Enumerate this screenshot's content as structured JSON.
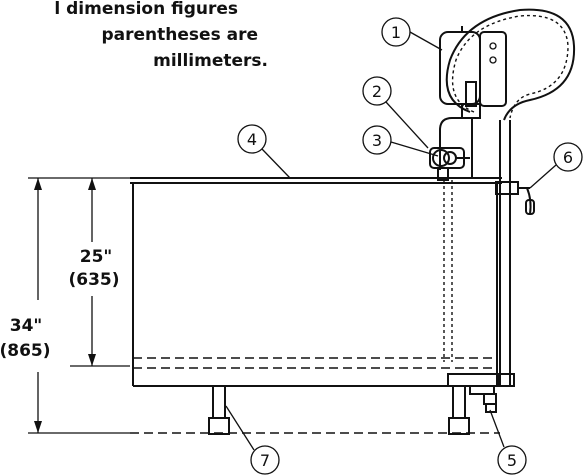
{
  "note": {
    "line1": "l dimension figures",
    "line2": "parentheses are",
    "line3": "millimeters."
  },
  "dimensions": {
    "inner": {
      "inches": "25\"",
      "mm": "(635)"
    },
    "outer": {
      "inches": "34\"",
      "mm": "(865)"
    }
  },
  "callouts": [
    "1",
    "2",
    "3",
    "4",
    "5",
    "6",
    "7"
  ]
}
